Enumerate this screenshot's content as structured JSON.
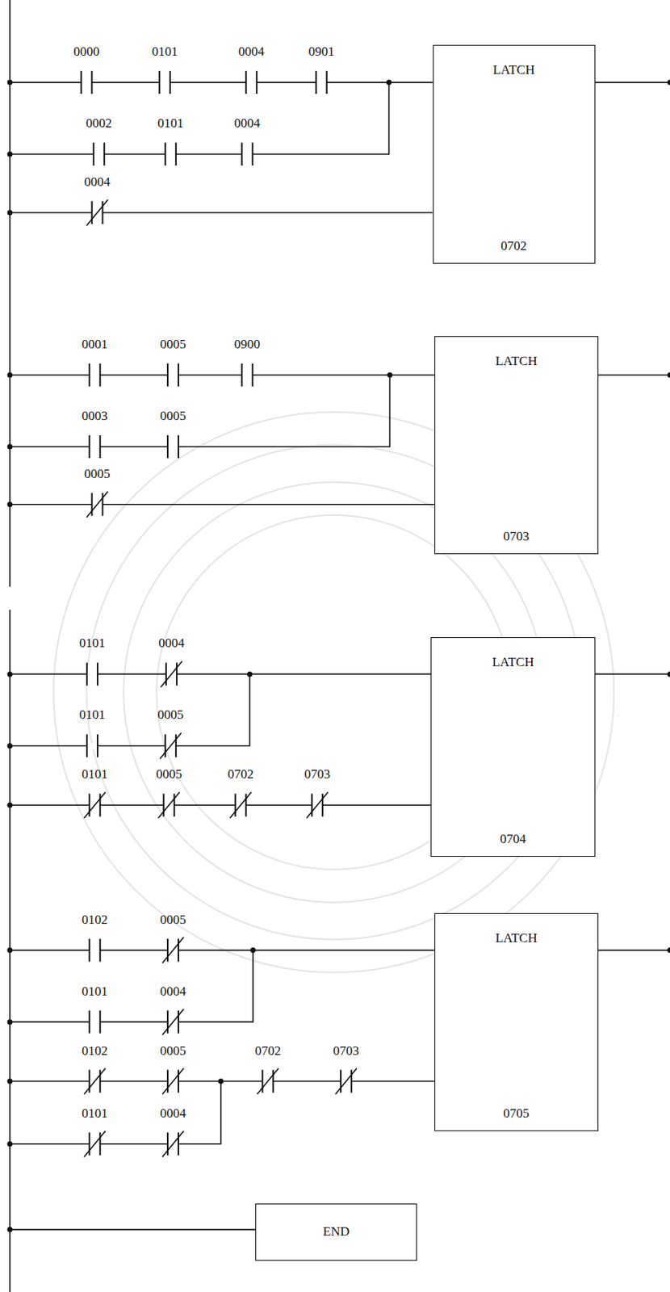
{
  "diagram": {
    "nodes": [
      {
        "text": [
          "LATCH",
          "0702"
        ]
      },
      {
        "text": [
          "LATCH",
          "0703"
        ]
      },
      {
        "text": [
          "LATCH",
          "0704"
        ]
      },
      {
        "text": [
          "LATCH",
          "0705"
        ]
      },
      {
        "text": [
          "END"
        ]
      }
    ],
    "labels": [
      "0000",
      "0101",
      "0004",
      "0901",
      "0002",
      "0101",
      "0004",
      "0004",
      "0001",
      "0005",
      "0900",
      "0003",
      "0005",
      "0005",
      "0101",
      "0004",
      "0101",
      "0005",
      "0101",
      "0005",
      "0702",
      "0703",
      "0102",
      "0005",
      "0101",
      "0004",
      "0102",
      "0005",
      "0702",
      "0703",
      "0101",
      "0004"
    ]
  }
}
